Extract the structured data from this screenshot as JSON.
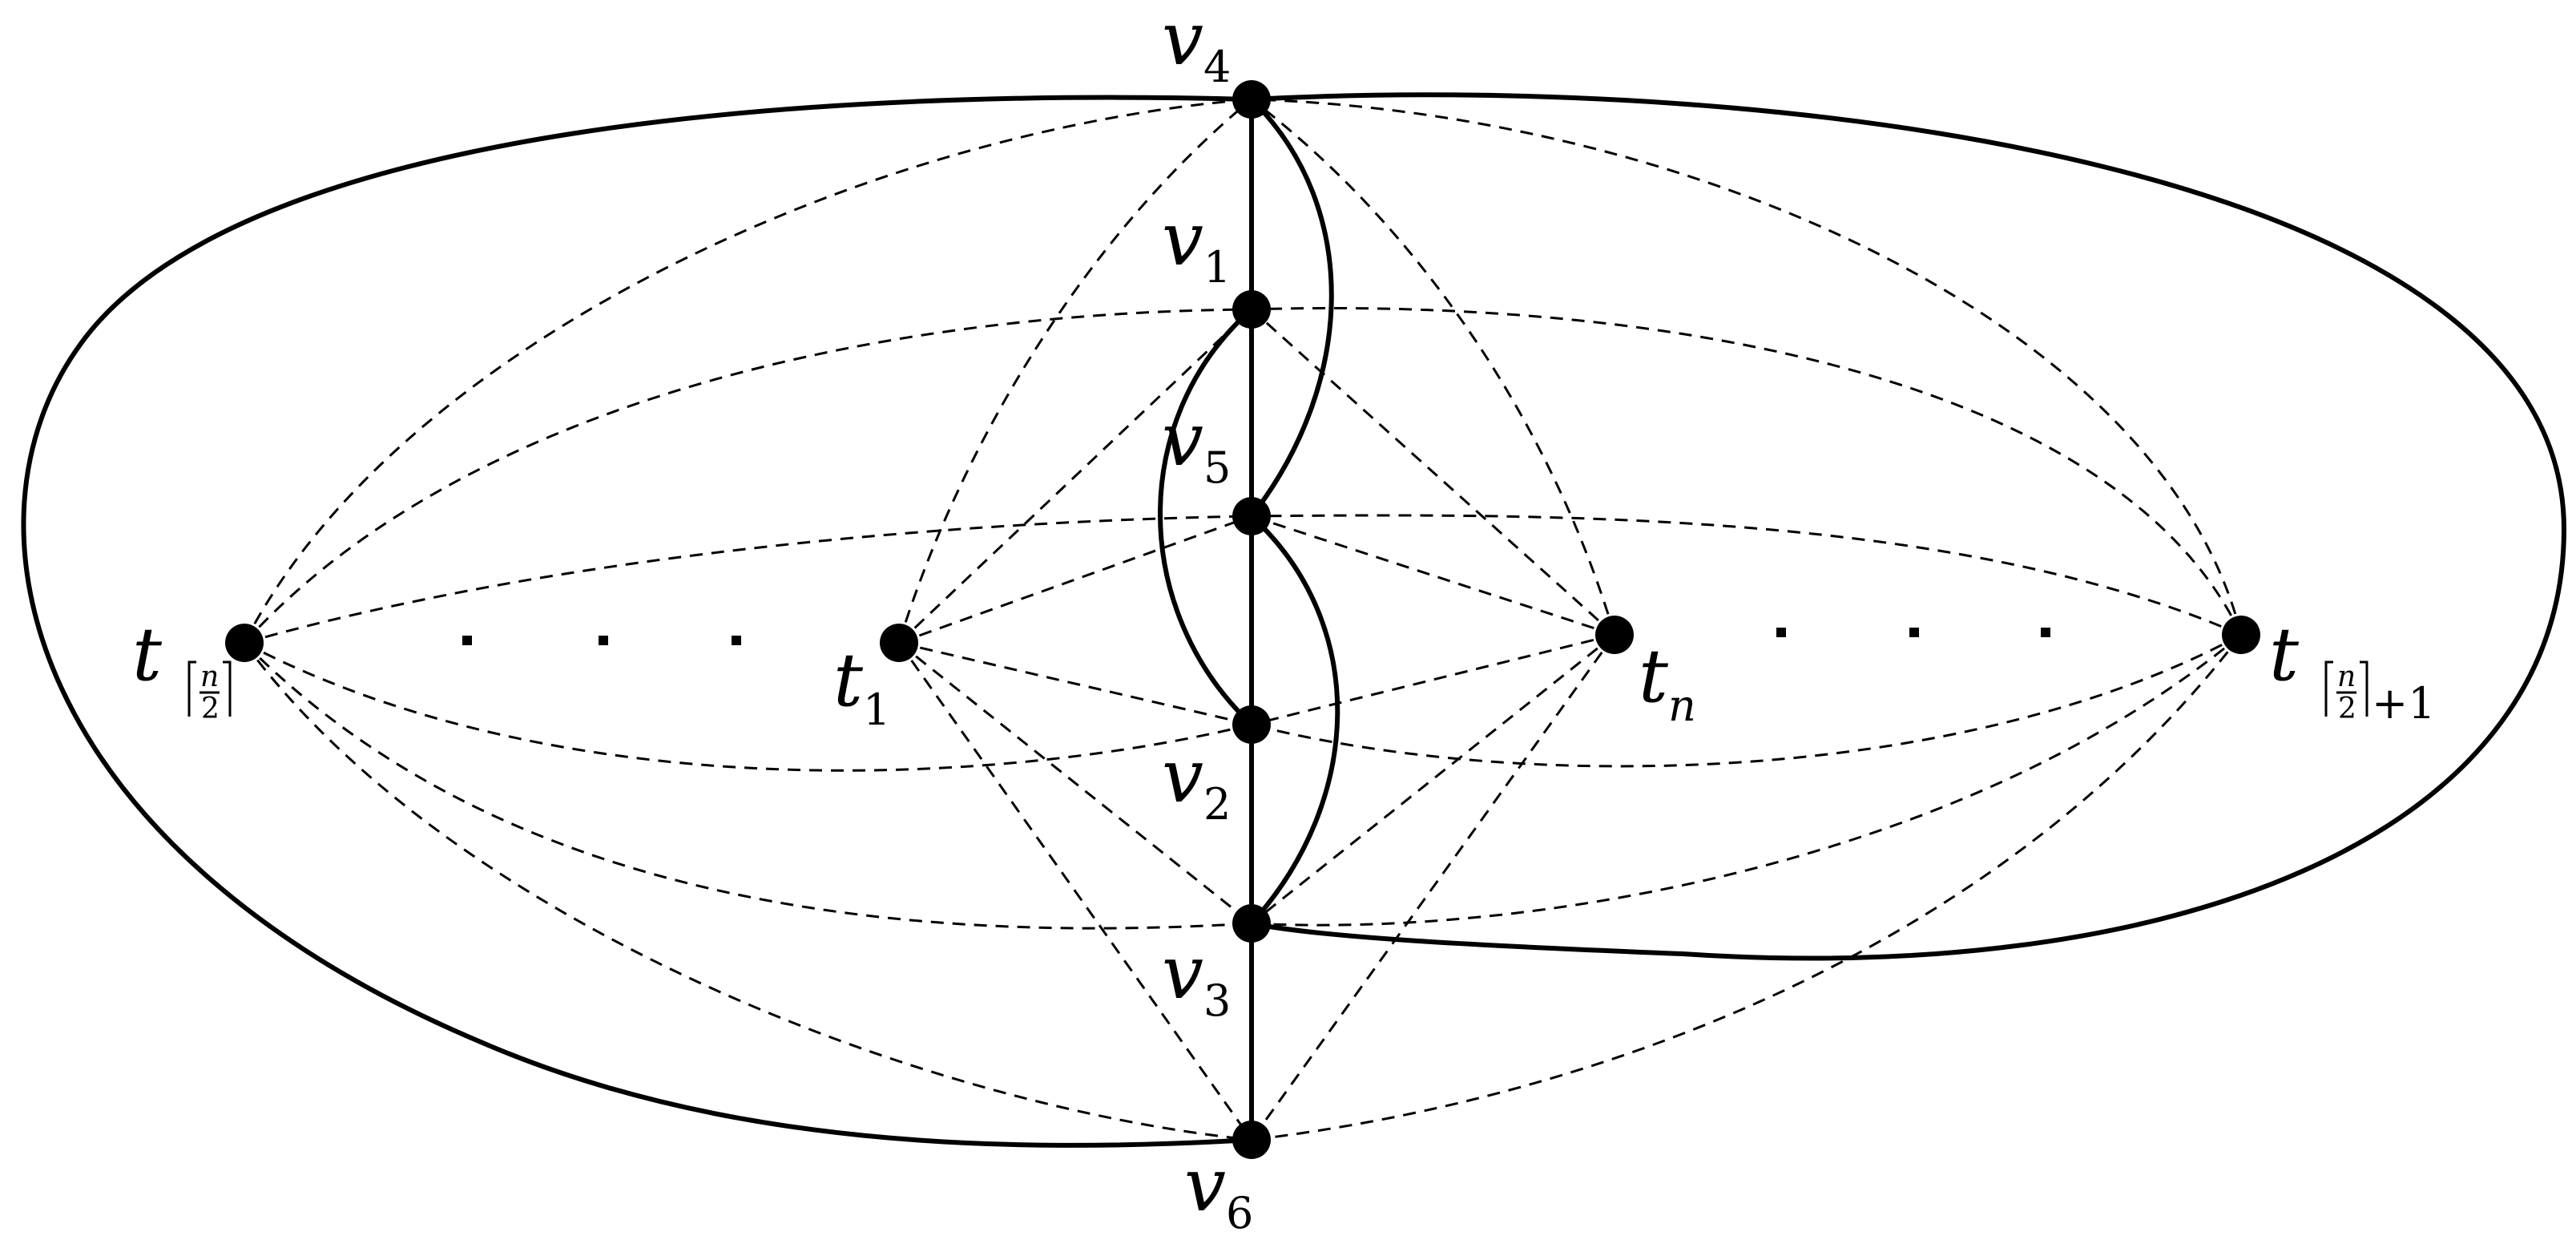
{
  "vertices": {
    "v4": {
      "base": "v",
      "sub": "4"
    },
    "v1": {
      "base": "v",
      "sub": "1"
    },
    "v5": {
      "base": "v",
      "sub": "5"
    },
    "v2": {
      "base": "v",
      "sub": "2"
    },
    "v3": {
      "base": "v",
      "sub": "3"
    },
    "v6": {
      "base": "v",
      "sub": "6"
    },
    "t1": {
      "base": "t",
      "sub": "1"
    },
    "tn": {
      "base": "t",
      "sub": "n"
    },
    "tceil": {
      "base": "t",
      "sub_num": "n",
      "sub_den": "2"
    },
    "tceil1": {
      "base": "t",
      "sub_num": "n",
      "sub_den": "2",
      "sub_suffix": "+1"
    }
  },
  "ellipsis": "· · ·"
}
